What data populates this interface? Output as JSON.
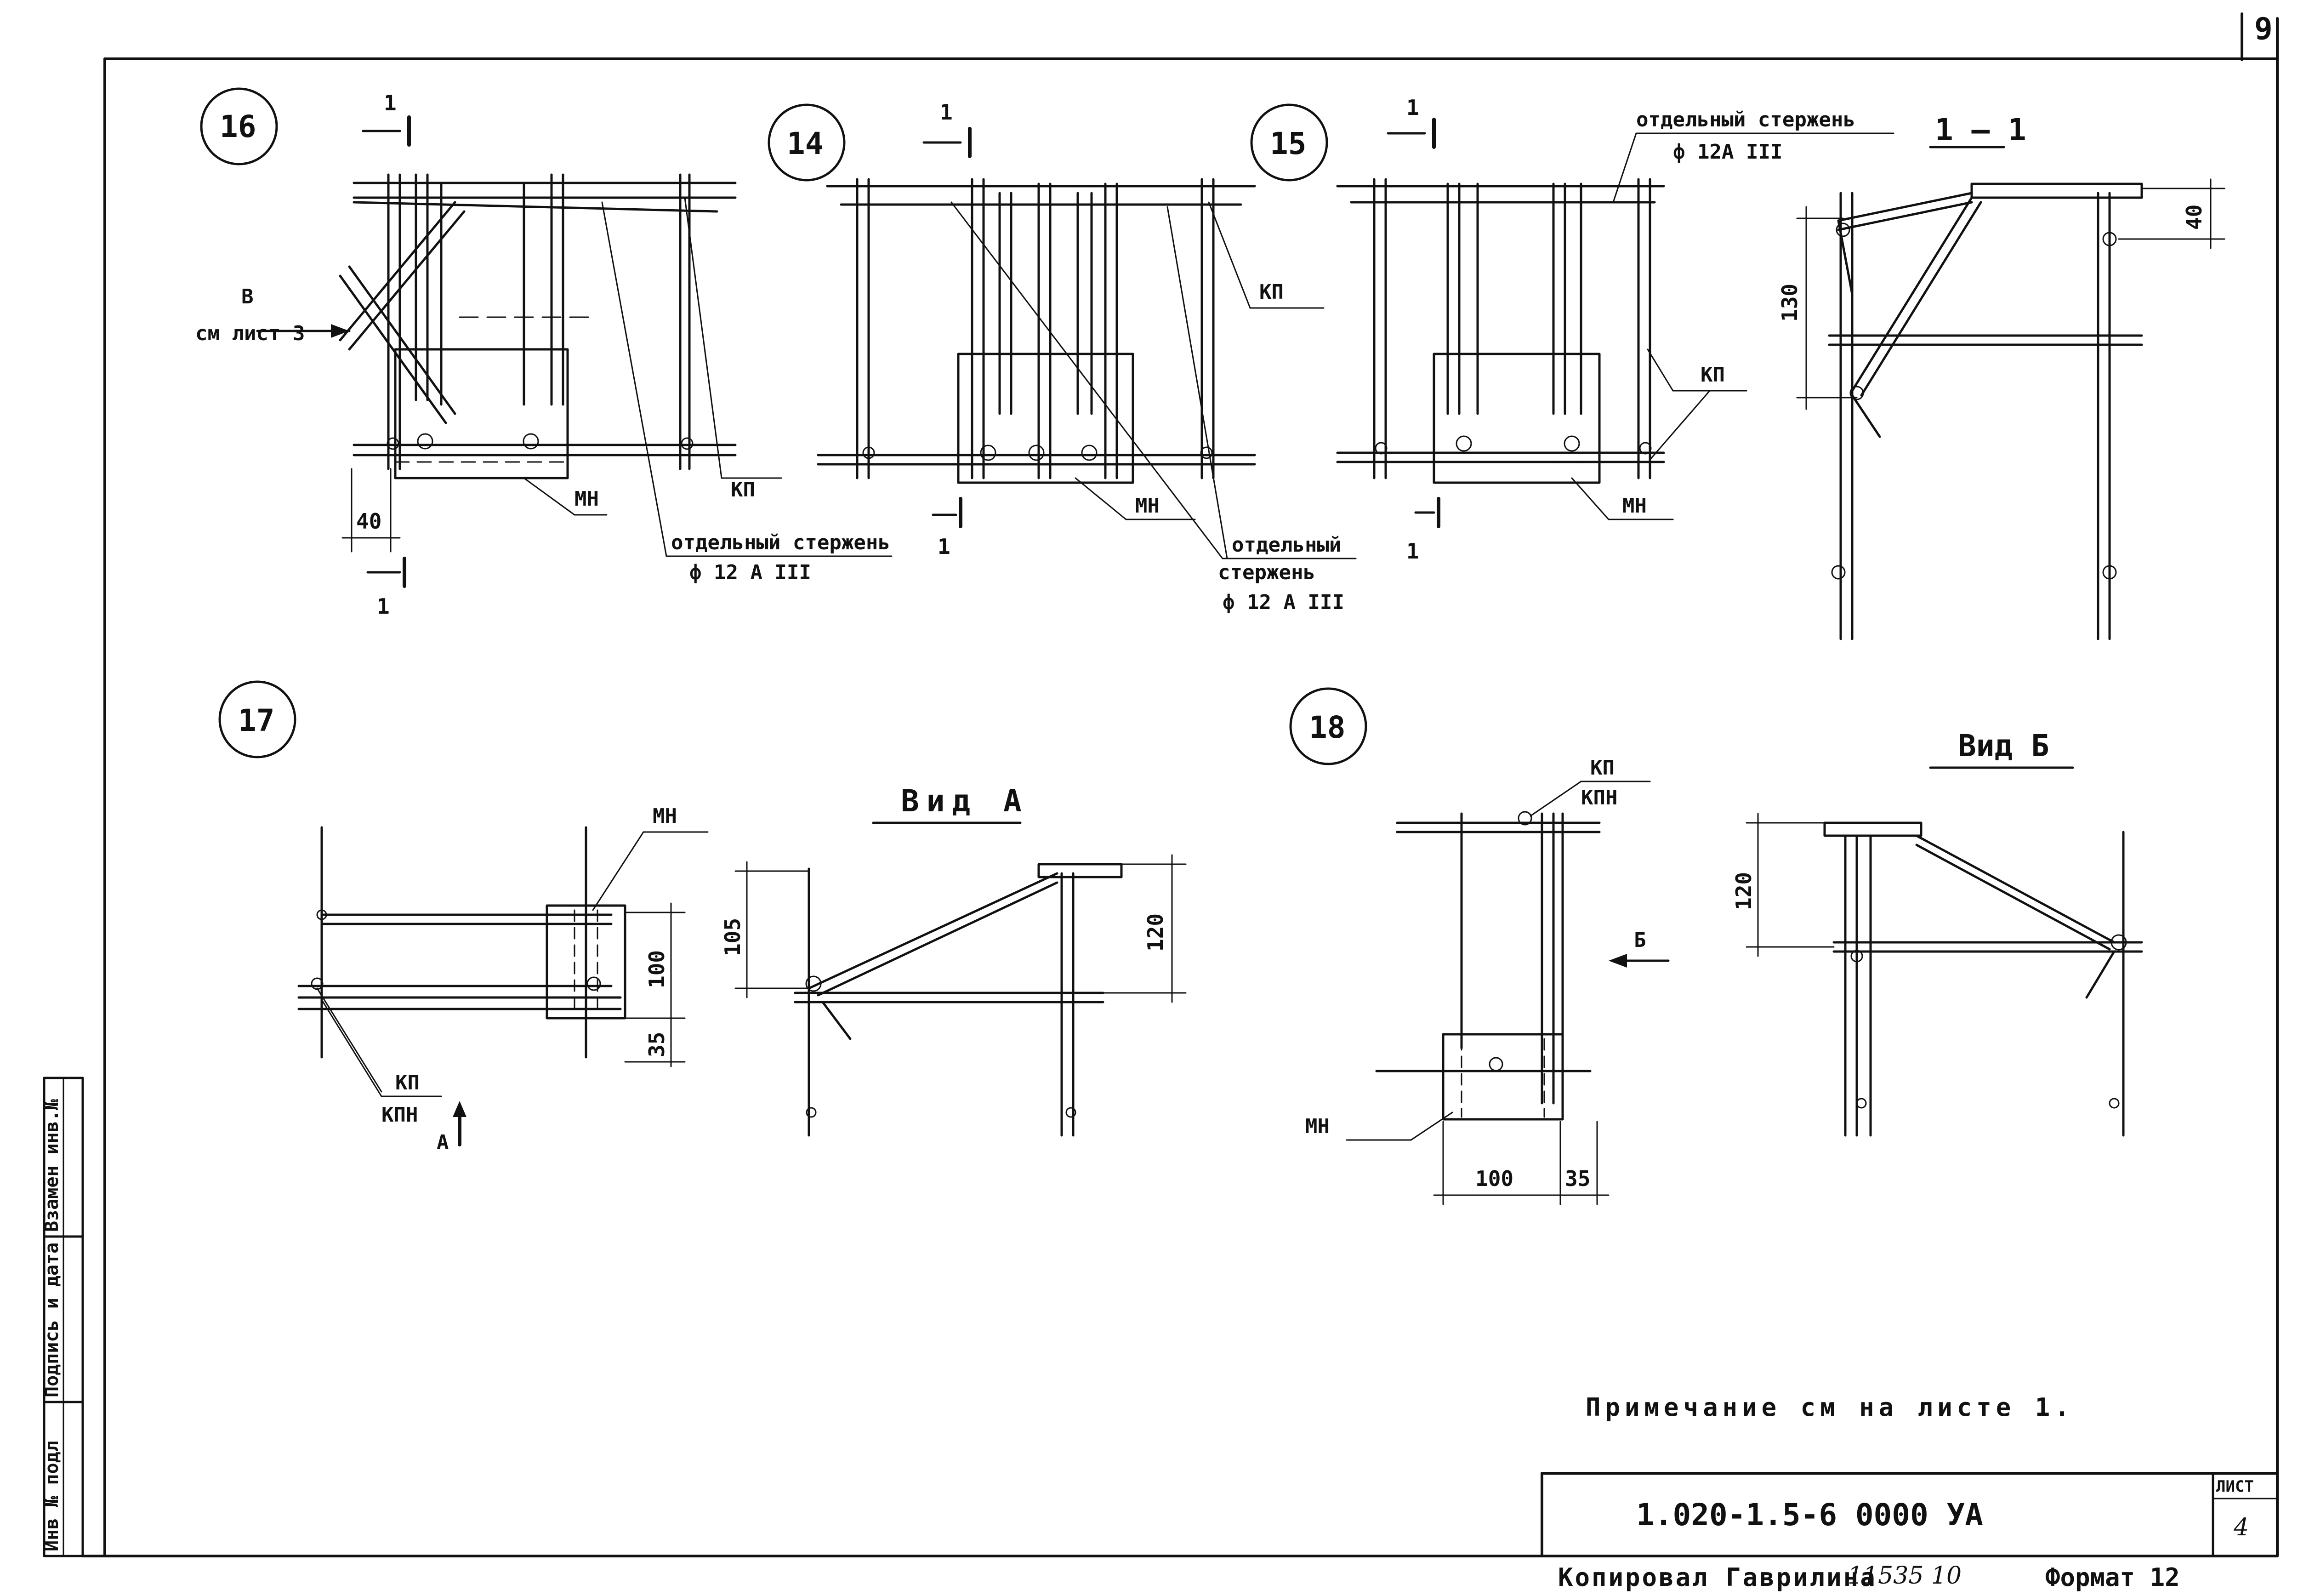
{
  "sheet": {
    "page_number": "9",
    "sheet_label": "ЛИСТ",
    "sheet_value": "4",
    "document_code": "1.020-1.5-6 0000 УА",
    "note": "Примечание см на листе 1.",
    "copied_by_label": "Копировал Гаврилина",
    "copied_by_sign": "11535 10",
    "format_label": "Формат 12"
  },
  "side_stamp": {
    "col1": "Инв № подл",
    "col2": "Подпись и дата",
    "col3": "Взамен инв.№"
  },
  "details": {
    "d16": {
      "number": "16",
      "section_top": "1",
      "section_bottom": "1",
      "arrow_label_1": "В",
      "arrow_label_2": "см лист 3",
      "dim": "40",
      "kp": "КП",
      "mn": "МН",
      "rod_1": "отдельный стержень",
      "rod_2": "ф 12 А III"
    },
    "d14": {
      "number": "14",
      "section_top": "1",
      "section_bottom": "1",
      "kp": "КП",
      "mn": "МН",
      "rod_1": "отдельный",
      "rod_2": "стержень",
      "rod_3": "ф 12 А III"
    },
    "d15": {
      "number": "15",
      "section_top": "1",
      "section_bottom": "1",
      "rod_1": "отдельный стержень",
      "rod_2": "ф 12А III",
      "kp": "КП",
      "mn": "МН"
    },
    "sec11": {
      "title": "1 — 1",
      "dim_height": "130",
      "dim_top": "40"
    },
    "d17": {
      "number": "17",
      "mn": "МН",
      "kp": "КП",
      "kpn": "КПН",
      "arrow": "А",
      "dim_1": "100",
      "dim_2": "35"
    },
    "vida": {
      "title": "Вид А",
      "dim_left": "105",
      "dim_right": "120"
    },
    "d18": {
      "number": "18",
      "kp": "КП",
      "kpn": "КПН",
      "arrow": "Б",
      "mn": "МН",
      "dim_1": "100",
      "dim_2": "35"
    },
    "vidb": {
      "title": "Вид Б",
      "dim_left": "120"
    }
  }
}
